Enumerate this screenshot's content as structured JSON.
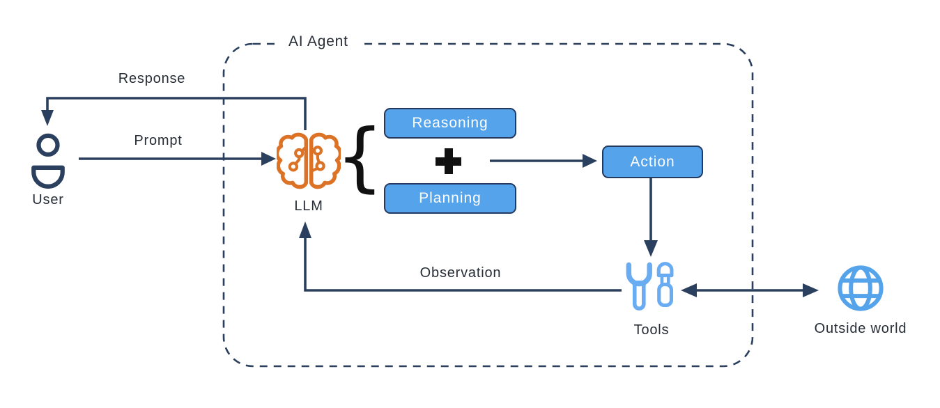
{
  "colors": {
    "background": "#FFFFFF",
    "navy": "#2B3F5E",
    "node_fill": "#55A3EA",
    "node_border": "#24395E",
    "node_text": "#FFFFFF",
    "label_text": "#272D36",
    "brain_orange": "#DC7226",
    "tools_blue": "#69ACF2",
    "globe_blue": "#55A3EA",
    "operator_black": "#111111"
  },
  "frame": {
    "label": "AI Agent"
  },
  "actors": {
    "user": {
      "label": "User",
      "icon": "user-icon"
    },
    "llm": {
      "label": "LLM",
      "icon": "brain-circuit-icon"
    },
    "tools": {
      "label": "Tools",
      "icon": "wrench-screwdriver-icon"
    },
    "outside_world": {
      "label": "Outside world",
      "icon": "globe-icon"
    }
  },
  "process_boxes": {
    "reasoning": {
      "label": "Reasoning"
    },
    "planning": {
      "label": "Planning"
    },
    "action": {
      "label": "Action"
    }
  },
  "flow_labels": {
    "response": "Response",
    "prompt": "Prompt",
    "observation": "Observation"
  },
  "operators": {
    "brace": "{",
    "plus": "plus-icon"
  }
}
